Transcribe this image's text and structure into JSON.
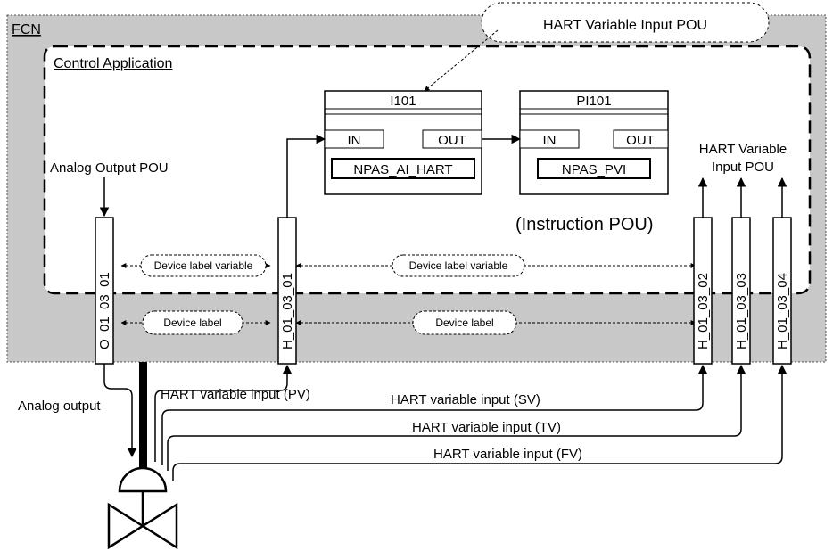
{
  "labels": {
    "fcn": "FCN",
    "control_app": "Control  Application",
    "hart_pou_top": "HART Variable Input POU",
    "hart_pou_right_l1": "HART Variable",
    "hart_pou_right_l2": "Input POU",
    "analog_output_pou": "Analog Output POU",
    "instruction_pou": "(Instruction POU)",
    "analog_output": "Analog output"
  },
  "blocks": {
    "i101": {
      "name": "I101",
      "in": "IN",
      "out": "OUT",
      "type": "NPAS_AI_HART"
    },
    "pi101": {
      "name": "PI101",
      "in": "IN",
      "out": "OUT",
      "type": "NPAS_PVI"
    }
  },
  "terminals": {
    "o_01_03_01": "O_01_03_01",
    "h_01_03_01": "H_01_03_01",
    "h_01_03_02": "H_01_03_02",
    "h_01_03_03": "H_01_03_03",
    "h_01_03_04": "H_01_03_04"
  },
  "device_labels": {
    "var_left": "Device label variable",
    "var_mid": "Device label variable",
    "label_left": "Device label",
    "label_mid": "Device label"
  },
  "hart_inputs": {
    "pv": "HART variable input (PV)",
    "sv": "HART variable input (SV)",
    "tv": "HART variable input (TV)",
    "fv": "HART variable input (FV)"
  }
}
